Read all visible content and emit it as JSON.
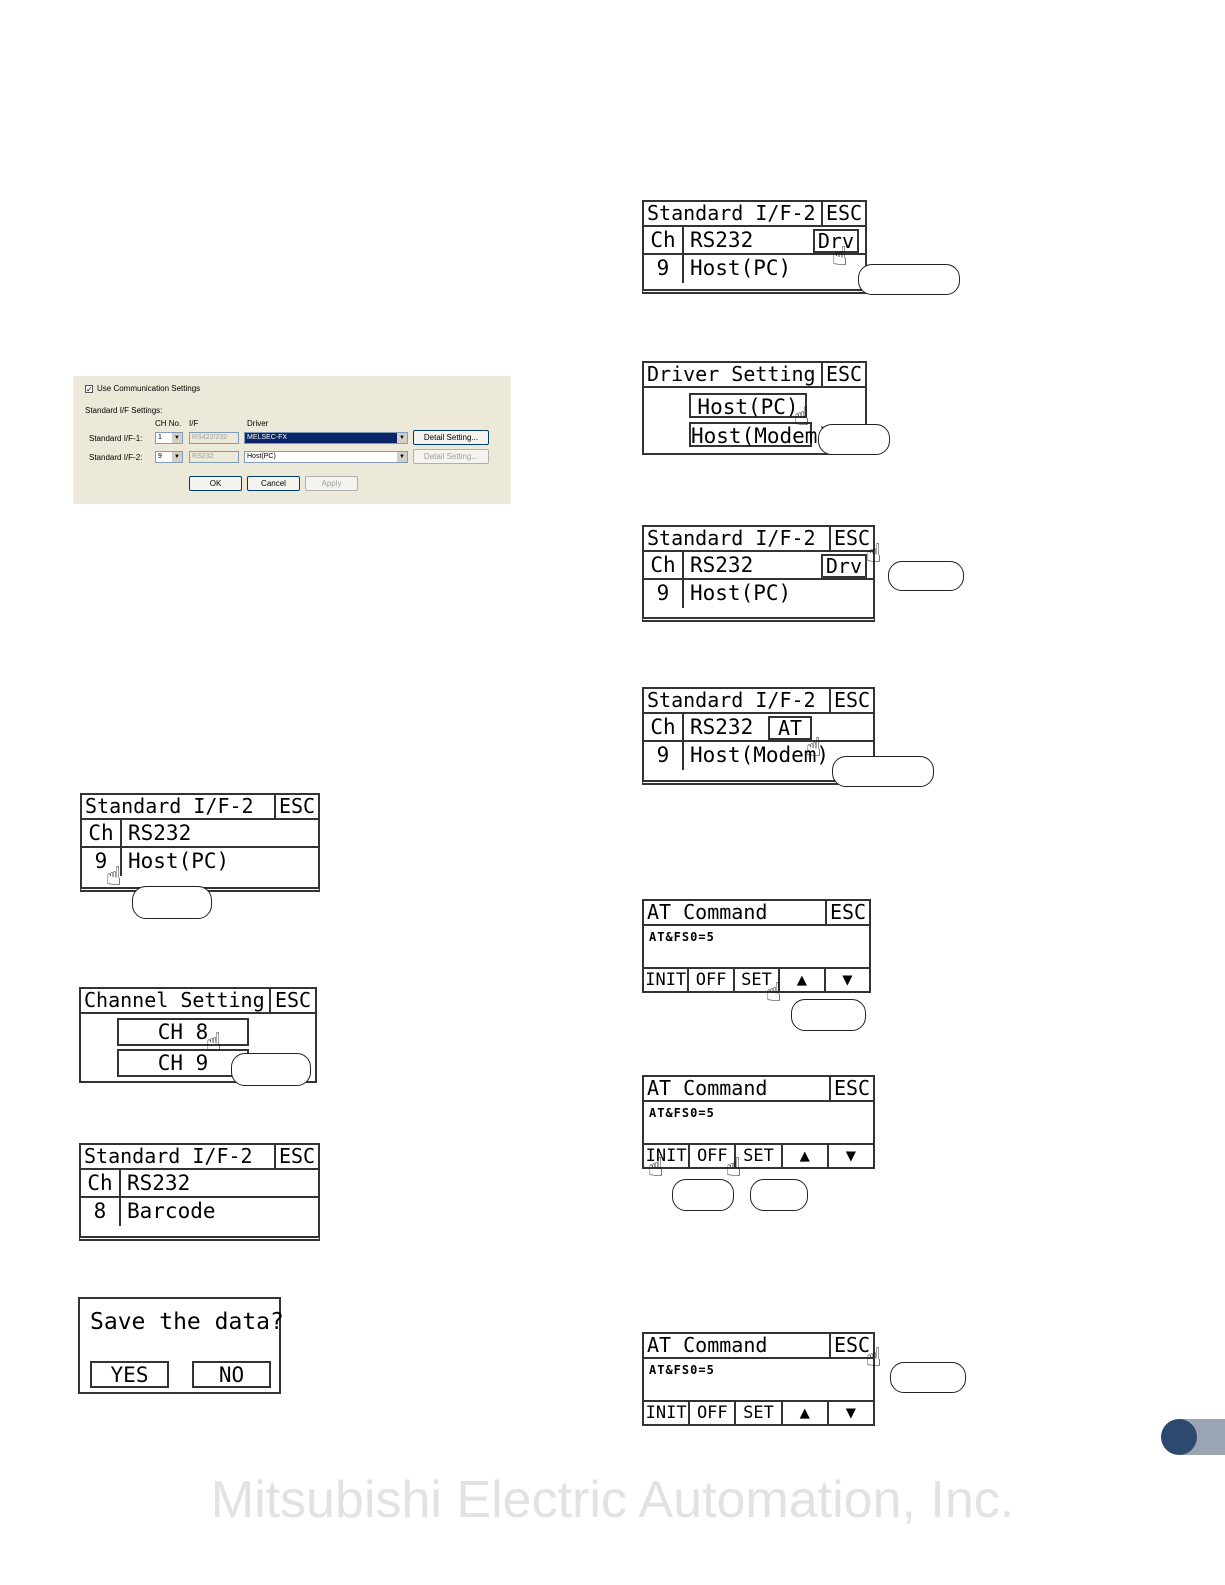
{
  "dialog": {
    "use_comm_label": "Use Communication Settings",
    "std_settings_label": "Standard I/F Settings:",
    "col_ch": "CH No.",
    "col_if": "I/F",
    "col_driver": "Driver",
    "row1_label": "Standard I/F-1:",
    "row1_ch": "1",
    "row1_if": "RS422/232",
    "row1_driver": "MELSEC-FX",
    "row2_label": "Standard I/F-2:",
    "row2_ch": "9",
    "row2_if": "RS232",
    "row2_driver": "Host(PC)",
    "detail_btn": "Detail Setting...",
    "ok": "OK",
    "cancel": "Cancel",
    "apply": "Apply"
  },
  "screens": {
    "std_title": "Standard I/F-2",
    "esc": "ESC",
    "ch": "Ch",
    "rs232": "RS232",
    "ch9": "9",
    "ch8": "8",
    "host_pc": "Host(PC)",
    "host_modem": "Host(Modem)",
    "barcode": "Barcode",
    "drv": "Drv",
    "at": "AT",
    "channel_title": "Channel Setting",
    "ch8_btn": "CH 8",
    "ch9_btn": "CH 9",
    "save_prompt": "Save the data?",
    "yes": "YES",
    "no": "NO",
    "driver_title": "Driver Setting",
    "at_title": "AT Command",
    "at_text": "AT&FS0=5",
    "key_init": "INIT",
    "key_off": "OFF",
    "key_set": "SET",
    "key_up": "▲",
    "key_down": "▼"
  },
  "watermark": "Mitsubishi Electric Automation, Inc."
}
